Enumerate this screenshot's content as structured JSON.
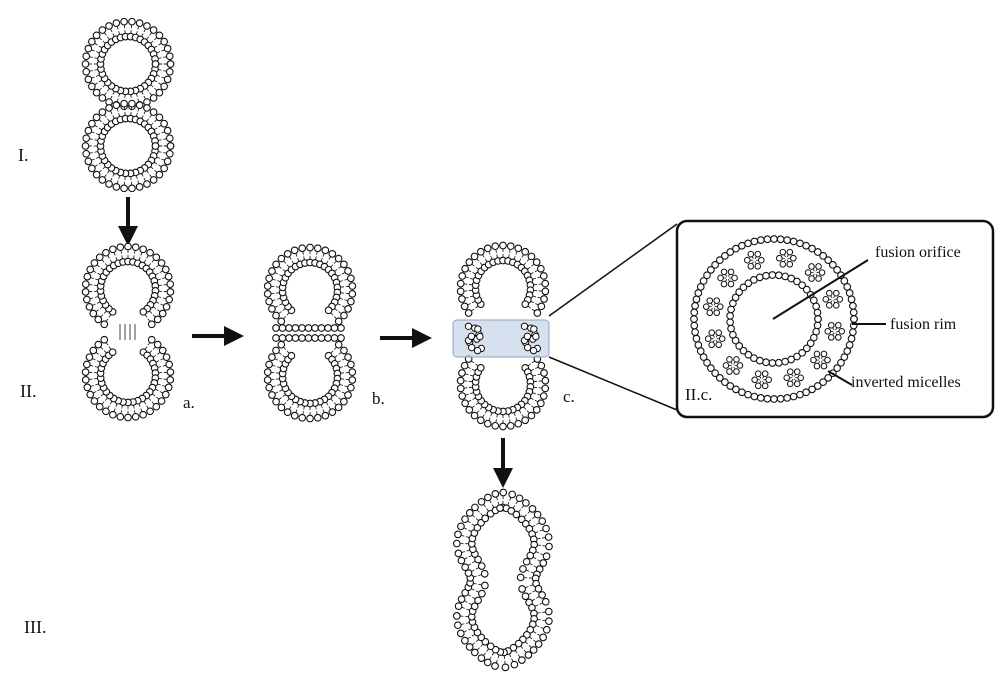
{
  "stages": {
    "stage_1": "I.",
    "stage_2": "II.",
    "stage_3": "III."
  },
  "steps": {
    "a": "a.",
    "b": "b.",
    "c": "c."
  },
  "inset": {
    "label": "II.c.",
    "callouts": {
      "orifice": "fusion orifice",
      "rim": "fusion rim",
      "micelles": "inverted micelles"
    }
  },
  "colors": {
    "ink": "#111111",
    "highlight_fill": "#c9d6e8",
    "highlight_stroke": "#8ea3c0"
  }
}
